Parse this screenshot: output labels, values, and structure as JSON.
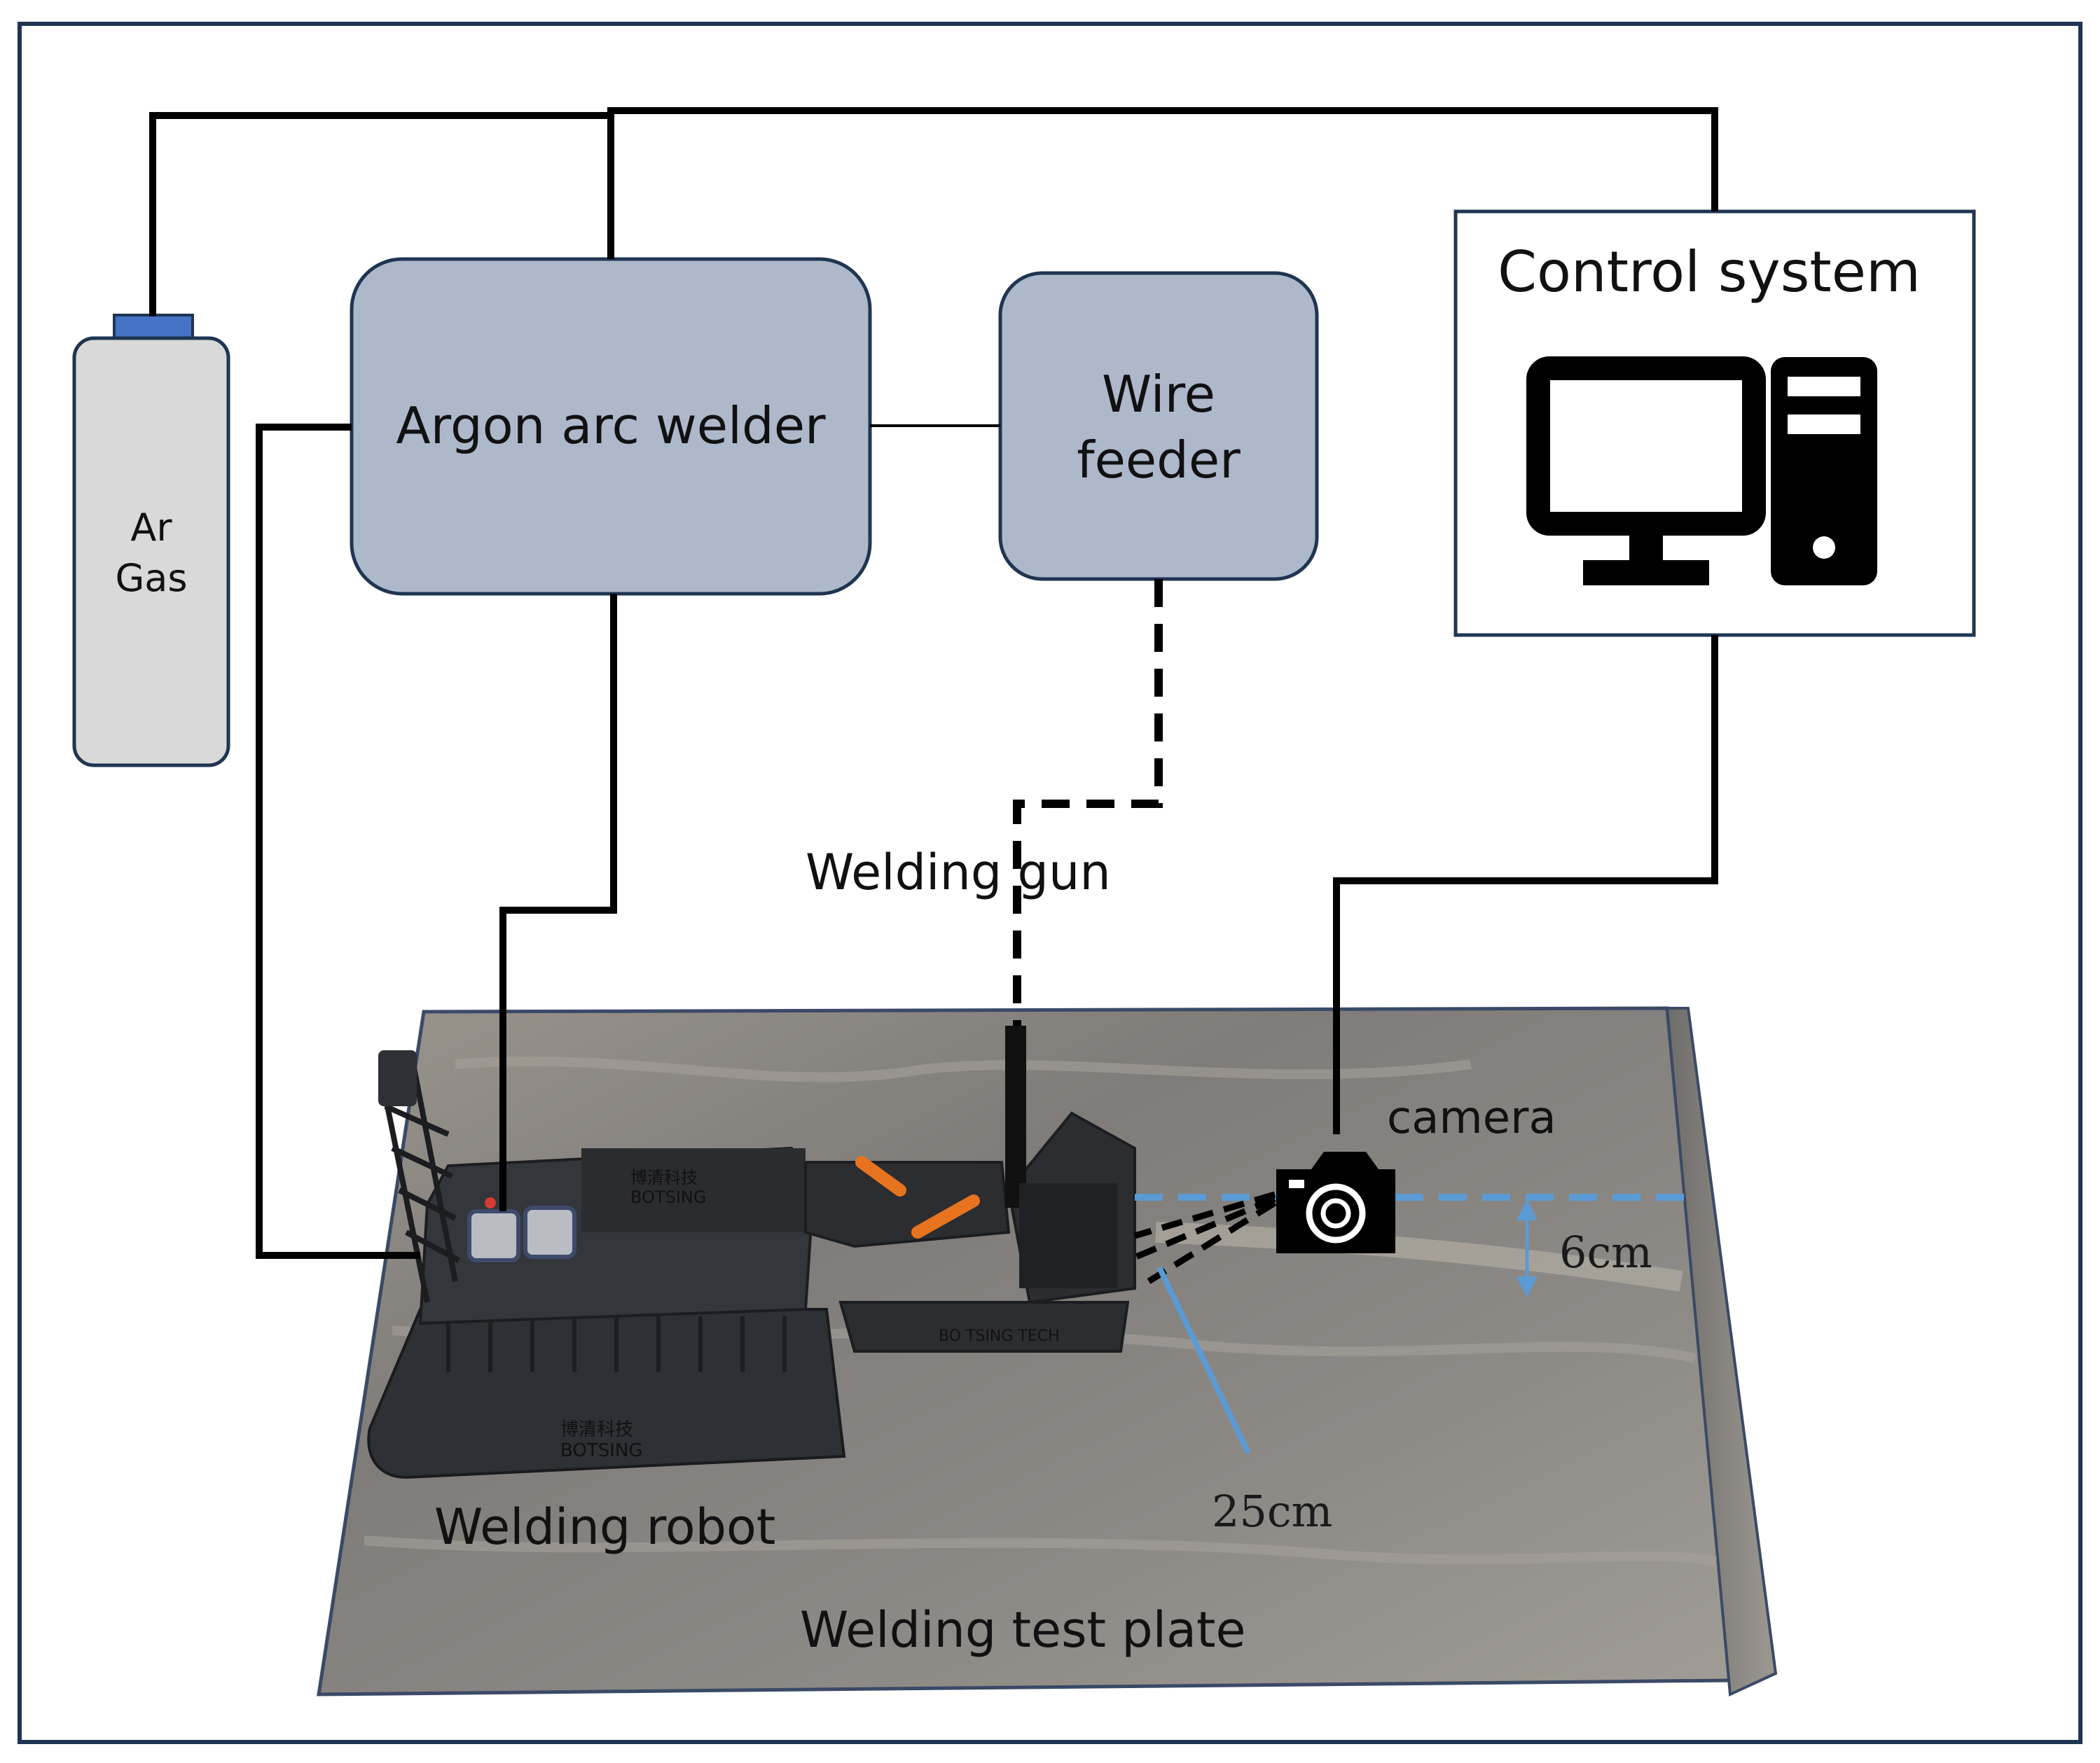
{
  "colors": {
    "frame": "#1f3552",
    "box_fill": "#adb9cb",
    "box_stroke": "#1f3552",
    "cylinder_fill": "#d9d9d9",
    "cylinder_cap": "#4472c4",
    "wire": "#000000",
    "measure": "#5b9bd5",
    "plate_fill": "#8b8a88"
  },
  "components": {
    "gas_cylinder": {
      "line1": "Ar",
      "line2": "Gas"
    },
    "welder": {
      "label": "Argon arc welder"
    },
    "wire_feeder": {
      "line1": "Wire",
      "line2": "feeder"
    },
    "control_system": {
      "label": "Control system",
      "icon": "desktop-computer-icon"
    },
    "welding_gun": {
      "label": "Welding gun"
    },
    "camera": {
      "label": "camera",
      "icon": "camera-icon"
    },
    "robot": {
      "label": "Welding robot",
      "brand": "BOTSING",
      "brand_cn": "博清科技",
      "side_text": "BO TSING TECH"
    },
    "plate": {
      "label": "Welding test plate"
    }
  },
  "measurements": {
    "height": "6cm",
    "distance": "25cm"
  }
}
